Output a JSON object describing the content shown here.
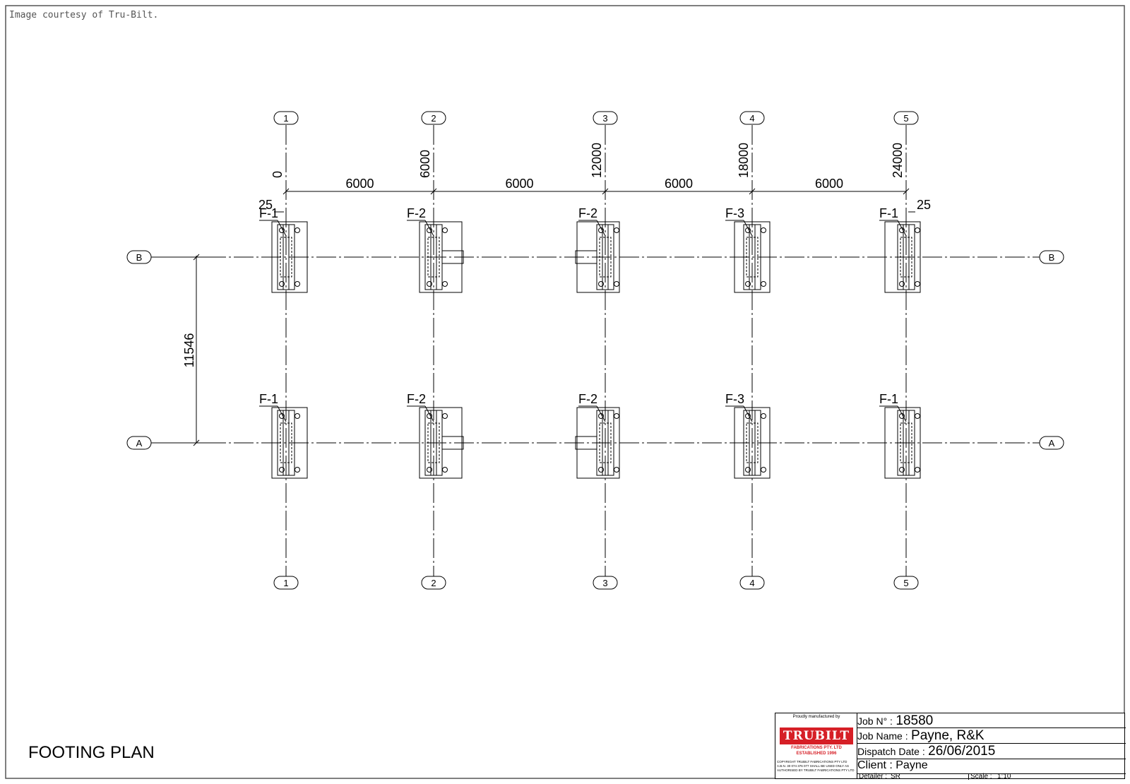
{
  "courtesy": "Image courtesy of Tru-Bilt.",
  "title": "FOOTING PLAN",
  "grid": {
    "columns": [
      "1",
      "2",
      "3",
      "4",
      "5"
    ],
    "rows": [
      "B",
      "A"
    ],
    "ordinates": [
      "0",
      "6000",
      "12000",
      "18000",
      "24000"
    ],
    "spacings": [
      "6000",
      "6000",
      "6000",
      "6000"
    ],
    "row_spacing": "11546",
    "offset_left": "25",
    "offset_right": "25"
  },
  "footings": {
    "B": [
      "F-1",
      "F-2",
      "F-2",
      "F-3",
      "F-1"
    ],
    "A": [
      "F-1",
      "F-2",
      "F-2",
      "F-3",
      "F-1"
    ]
  },
  "title_block": {
    "logo_top": "Proudly manufactured by",
    "logo_brand": "TRUBILT",
    "logo_sub": "FABRICATIONS PTY. LTD",
    "logo_est": "ESTABLISHED 1996",
    "logo_copyright": "COPYRIGHT TRUBILT FABRICATIONS PTY LTD A.B.N. 30 074 376 077 SHALL BE USED ONLY AS AUTHORISED BY TRUBILT FABRICATIONS PTY LTD",
    "job_no_label": "Job N° :",
    "job_no": "18580",
    "job_name_label": "Job Name :",
    "job_name": "Payne, R&K",
    "dispatch_label": "Dispatch Date :",
    "dispatch": "26/06/2015",
    "client_label": "Client :",
    "client": "Payne",
    "detailer_label": "Detailer :",
    "detailer": "SR",
    "scale_label": "Scale :",
    "scale": "1:10"
  }
}
